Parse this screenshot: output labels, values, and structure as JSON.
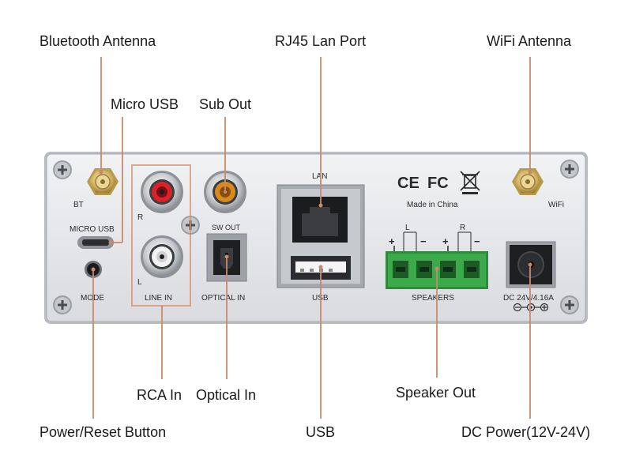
{
  "callouts": {
    "bluetooth_antenna": "Bluetooth Antenna",
    "micro_usb": "Micro USB",
    "sub_out": "Sub Out",
    "rj45_lan_port": "RJ45 Lan Port",
    "wifi_antenna": "WiFi Antenna",
    "rca_in": "RCA In",
    "optical_in": "Optical In",
    "speaker_out": "Speaker Out",
    "power_reset_button": "Power/Reset Button",
    "usb": "USB",
    "dc_power": "DC Power(12V-24V)"
  },
  "panel": {
    "bt": "BT",
    "micro_usb": "MICRO USB",
    "mode": "MODE",
    "r": "R",
    "l": "L",
    "line_in": "LINE IN",
    "sw_out": "SW OUT",
    "optical_in": "OPTICAL IN",
    "lan": "LAN",
    "usb": "USB",
    "ce": "CE",
    "fc": "FC",
    "made_in": "Made in China",
    "plus_l": "+",
    "l_ch": "L",
    "minus_l": "−",
    "plus_r": "+",
    "r_ch": "R",
    "minus_r": "−",
    "speakers": "SPEAKERS",
    "wifi": "WiFi",
    "dc_rating": "DC 24V/4.16A"
  },
  "colors": {
    "leader": "#c98a6a",
    "panel": "#e4e6e9",
    "rca_red": "#d8232a",
    "sub_orange": "#d98a1c",
    "terminal_green": "#3aaa4a"
  },
  "icons": [
    "screw-icon",
    "antenna-connector-icon",
    "ce-mark-icon",
    "fcc-mark-icon",
    "weee-bin-icon",
    "polarity-icon"
  ]
}
